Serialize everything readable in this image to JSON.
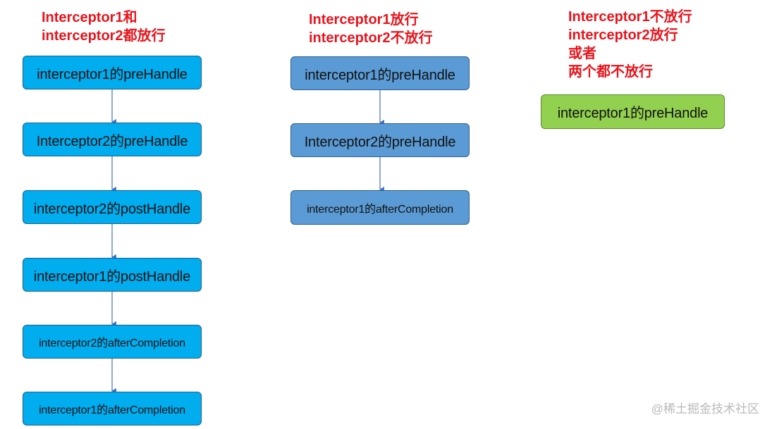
{
  "colors": {
    "title_red": "#e8141c",
    "box_cyan": "#00adef",
    "box_steel_blue": "#5b9bd5",
    "box_green": "#92d050",
    "connector": "#4472c4"
  },
  "column1": {
    "title_line1": "Interceptor1和",
    "title_line2": "interceptor2都放行",
    "steps": [
      "interceptor1的preHandle",
      "Interceptor2的preHandle",
      "interceptor2的postHandle",
      "interceptor1的postHandle",
      "interceptor2的afterCompletion",
      "interceptor1的afterCompletion"
    ]
  },
  "column2": {
    "title_line1": "Interceptor1放行",
    "title_line2": "interceptor2不放行",
    "steps": [
      "interceptor1的preHandle",
      "Interceptor2的preHandle",
      "interceptor1的afterCompletion"
    ]
  },
  "column3": {
    "title_line1": "Interceptor1不放行",
    "title_line2": "interceptor2放行",
    "title_line3": "或者",
    "title_line4": "两个都不放行",
    "steps": [
      "interceptor1的preHandle"
    ]
  },
  "watermark": "@稀土掘金技术社区"
}
